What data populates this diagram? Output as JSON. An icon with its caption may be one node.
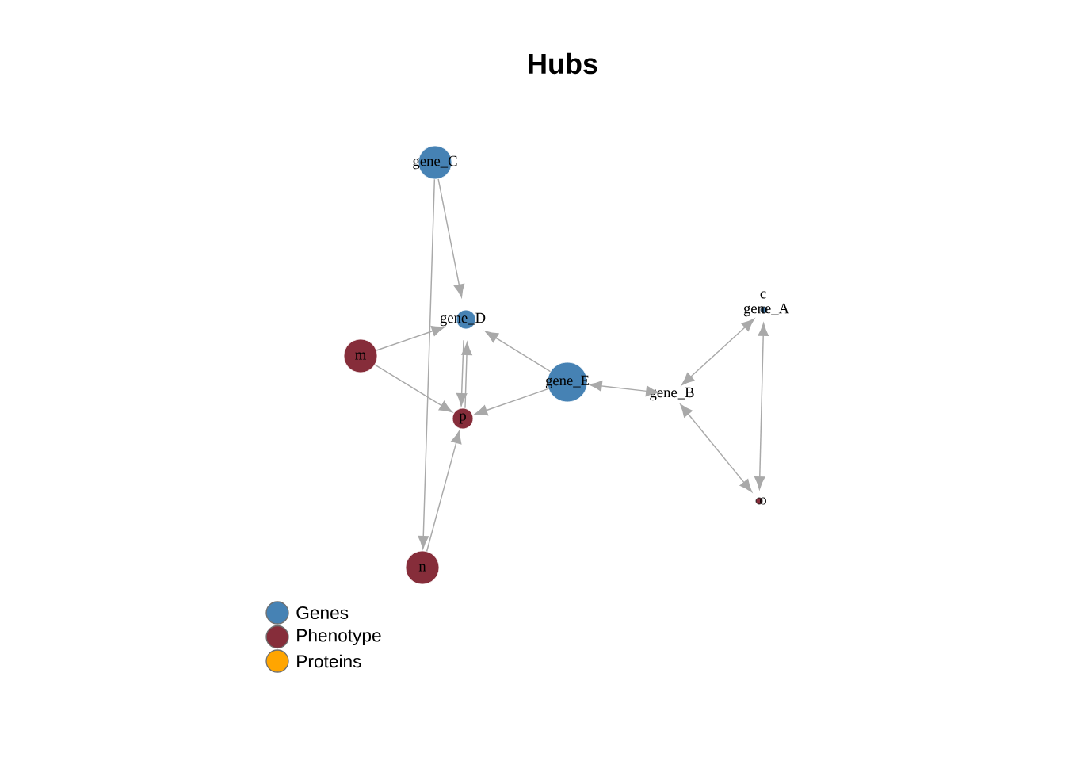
{
  "diagram": {
    "title": "Hubs",
    "nodes": [
      {
        "text": [
          "gene_C"
        ]
      },
      {
        "text": [
          "gene_D"
        ]
      },
      {
        "text": [
          "m"
        ]
      },
      {
        "text": [
          "p"
        ]
      },
      {
        "text": [
          "gene_E"
        ]
      },
      {
        "text": [
          "gene_B"
        ]
      },
      {
        "text": [
          "gene_A"
        ]
      },
      {
        "text": [
          "c"
        ]
      },
      {
        "text": [
          "o"
        ]
      },
      {
        "text": [
          "n"
        ]
      }
    ],
    "edges": [
      {
        "from": 0,
        "to": 1,
        "arrow": "to"
      },
      {
        "from": 0,
        "to": 9,
        "arrow": "to"
      },
      {
        "from": 2,
        "to": 1,
        "arrow": "to"
      },
      {
        "from": 2,
        "to": 3,
        "arrow": "to"
      },
      {
        "from": 4,
        "to": 1,
        "arrow": "to"
      },
      {
        "from": 4,
        "to": 3,
        "arrow": "to"
      },
      {
        "from": 1,
        "to": 3,
        "arrow": "to"
      },
      {
        "from": 3,
        "to": 1,
        "arrow": "to"
      },
      {
        "from": 9,
        "to": 3,
        "arrow": "to"
      },
      {
        "from": 5,
        "to": 4,
        "arrow": "both"
      },
      {
        "from": 5,
        "to": 6,
        "arrow": "both"
      },
      {
        "from": 5,
        "to": 8,
        "arrow": "both"
      },
      {
        "from": 6,
        "to": 8,
        "arrow": "both"
      }
    ],
    "legend": [
      {
        "text": "Genes",
        "color": "#4682b4"
      },
      {
        "text": "Phenotype",
        "color": "#862d3a"
      },
      {
        "text": "Proteins",
        "color": "#ffa500"
      }
    ]
  }
}
